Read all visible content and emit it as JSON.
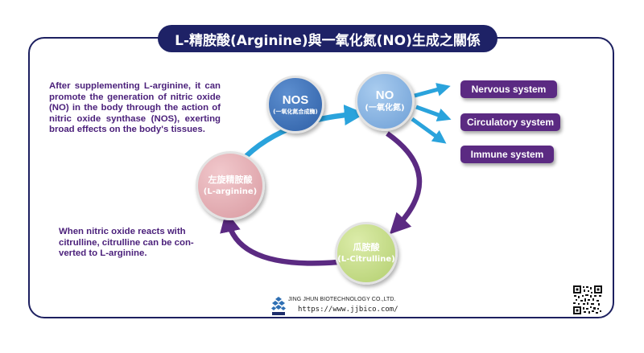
{
  "title": "L-精胺酸(Arginine)與一氧化氮(NO)生成之關係",
  "paragraph_top": "After supplementing L-arginine, it can promote the generation of nitric oxide (NO) in the body through the action of nitric oxide synthase (NOS), exerting broad effects on the body's tissues.",
  "paragraph_bottom": "When nitric oxide reacts with citrulline, citrulline can be con-verted to L-arginine.",
  "nodes": {
    "nos": {
      "label": "NOS",
      "sub": "(一氧化氮合成酶)"
    },
    "no": {
      "label": "NO",
      "sub": "(一氧化氮)"
    },
    "larginine": {
      "label": "左旋精胺酸",
      "sub": "(L-arginine)"
    },
    "citrulline": {
      "label": "瓜胺酸",
      "sub": "(L-Citrulline)"
    }
  },
  "systems": [
    "Nervous system",
    "Circulatory system",
    "Immune system"
  ],
  "colors": {
    "navy": "#1e2266",
    "purple": "#5b2a82",
    "sky_blue": "#2aa3dc",
    "cycle_purple": "#5b2a82"
  },
  "footer": {
    "company": "JING JHUN BIOTECHNOLOGY CO.,LTD.",
    "url": "https://www.jjbico.com/"
  }
}
